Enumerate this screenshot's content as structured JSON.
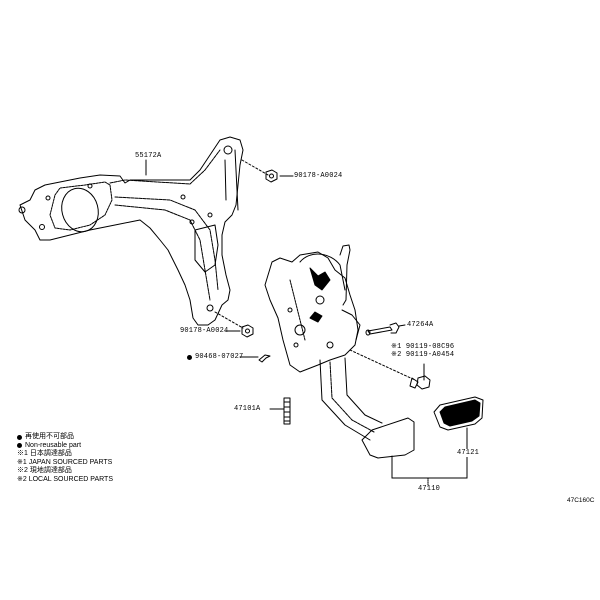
{
  "diagram": {
    "type": "exploded parts diagram",
    "subject": "brake pedal assembly and support bracket",
    "figure_code": "47C160C"
  },
  "callouts": {
    "bracket": "55172A",
    "nut_upper": "90178-A0024",
    "nut_lower": "90178-A0024",
    "clip": "90468-07027",
    "bolt": "47264A",
    "bolt_note1": "※1 90119-08C96",
    "bolt_note2": "※2 90119-A0454",
    "stop_switch": "47101A",
    "pedal_pad": "47121",
    "pedal_assy": "47110"
  },
  "legend": {
    "non_reusable_jp": "再使用不可部品",
    "non_reusable_en": "Non-reusable part",
    "note1_jp": "※1 日本調達部品",
    "note1_en": "※1 JAPAN SOURCED PARTS",
    "note2_jp": "※2 現地調達部品",
    "note2_en": "※2 LOCAL SOURCED PARTS"
  }
}
